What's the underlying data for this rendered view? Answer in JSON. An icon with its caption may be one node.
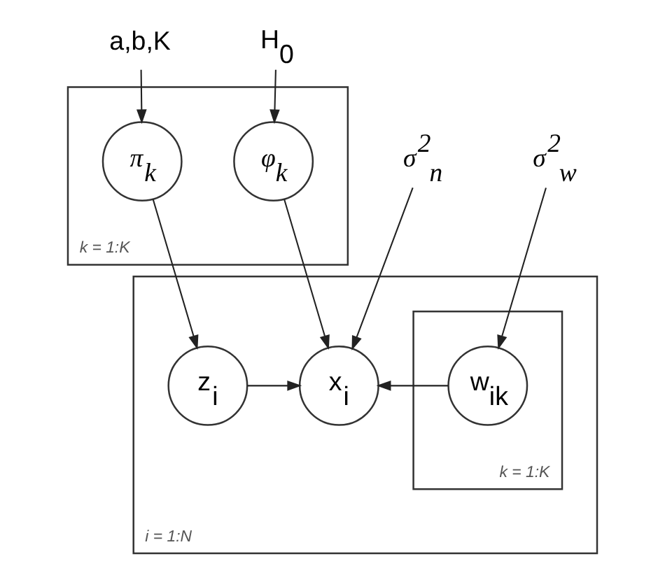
{
  "diagram": {
    "nodes": [
      {
        "text": [
          "a,b,K"
        ]
      },
      {
        "text": [
          "H$_{0}$"
        ]
      },
      {
        "text": [
          "k = 1:K"
        ]
      },
      {
        "text": [
          "π$_{k}$"
        ],
        "in": 2
      },
      {
        "text": [
          "φ$_{k}$"
        ],
        "in": 2
      },
      {
        "text": [
          "σ$^{2}$$_{w}$"
        ]
      },
      {
        "text": [
          "i = 1:N"
        ]
      },
      {
        "text": [
          "z$_{i}$"
        ],
        "in": 6
      },
      {
        "text": [
          "x$_{i}$"
        ],
        "in": 6
      },
      {
        "text": [
          "k = 1:K"
        ],
        "in": 6
      },
      {
        "text": [
          "w$_{ik}$"
        ],
        "in": 9
      },
      {
        "text": [
          "σ$^{2}$$_{n}$"
        ]
      }
    ],
    "edges": [
      {
        "from": 0,
        "to": 3,
        "arrow": "to"
      },
      {
        "from": 1,
        "to": 4,
        "arrow": "to"
      },
      {
        "from": 3,
        "to": 7,
        "arrow": "to"
      },
      {
        "from": 4,
        "to": 8,
        "arrow": "to"
      },
      {
        "from": 5,
        "to": 10,
        "arrow": "to"
      },
      {
        "from": 7,
        "to": 8,
        "arrow": "to"
      },
      {
        "from": 10,
        "to": 8,
        "arrow": "to"
      },
      {
        "from": 11,
        "to": 8,
        "arrow": "to"
      }
    ]
  }
}
